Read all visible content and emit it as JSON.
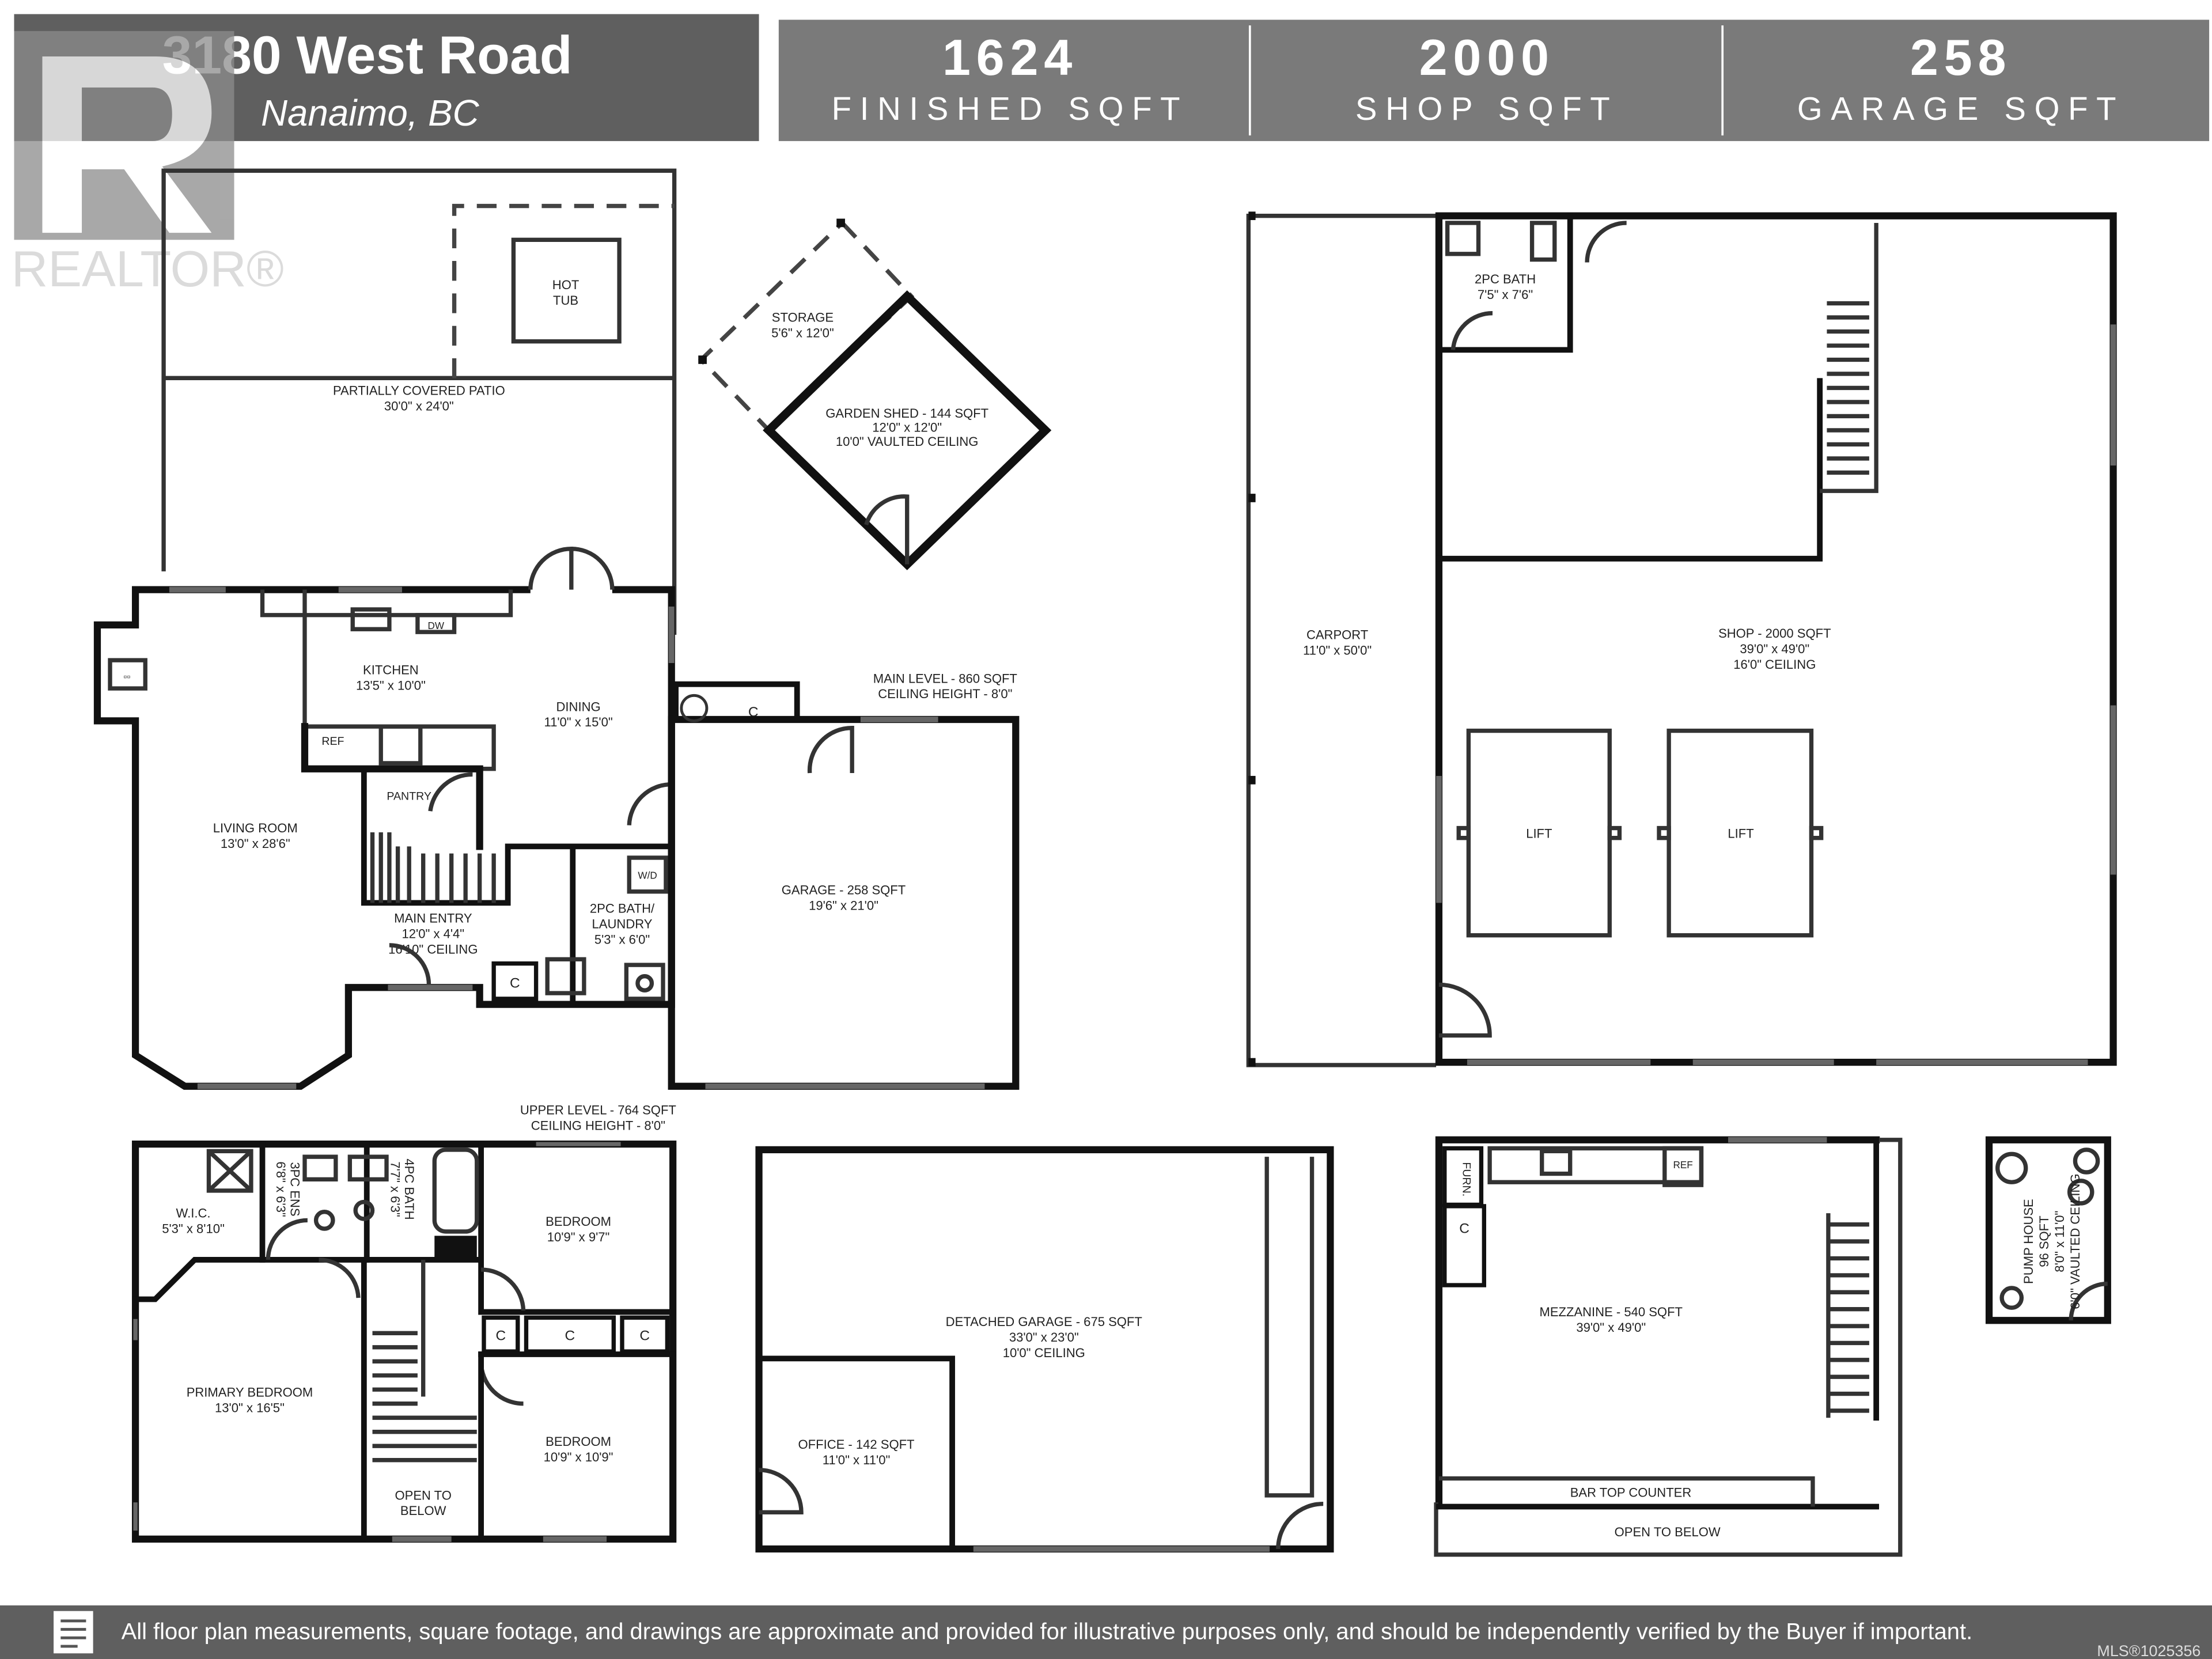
{
  "header": {
    "address": "3180 West Road",
    "city": "Nanaimo, BC",
    "stats": [
      {
        "value": "1624",
        "label": "FINISHED SQFT"
      },
      {
        "value": "2000",
        "label": "SHOP SQFT"
      },
      {
        "value": "258",
        "label": "GARAGE SQFT"
      }
    ]
  },
  "watermark": {
    "text": "REALTOR®"
  },
  "levels": {
    "main": {
      "title": "MAIN LEVEL - 860 SQFT",
      "ceiling": "CEILING HEIGHT - 8'0\""
    },
    "upper": {
      "title": "UPPER LEVEL - 764 SQFT",
      "ceiling": "CEILING HEIGHT - 8'0\""
    }
  },
  "rooms": {
    "hot_tub": {
      "l1": "HOT",
      "l2": "TUB"
    },
    "patio": {
      "name": "PARTIALLY COVERED PATIO",
      "dim": "30'0\" x 24'0\""
    },
    "storage": {
      "name": "STORAGE",
      "dim": "5'6\" x 12'0\""
    },
    "garden_shed": {
      "name": "GARDEN SHED - 144 SQFT",
      "dim": "12'0\" x 12'0\"",
      "ceiling": "10'0\" VAULTED CEILING"
    },
    "kitchen": {
      "name": "KITCHEN",
      "dim": "13'5\" x 10'0\""
    },
    "dining": {
      "name": "DINING",
      "dim": "11'0\" x 15'0\""
    },
    "living": {
      "name": "LIVING ROOM",
      "dim": "13'0\" x 28'6\""
    },
    "pantry": {
      "name": "PANTRY"
    },
    "main_entry": {
      "name": "MAIN ENTRY",
      "dim": "12'0\" x 4'4\"",
      "ceiling": "16'10\" CEILING"
    },
    "bath_laundry": {
      "l1": "2PC BATH/",
      "l2": "LAUNDRY",
      "dim": "5'3\" x 6'0\""
    },
    "garage": {
      "name": "GARAGE - 258 SQFT",
      "dim": "19'6\" x 21'0\""
    },
    "carport": {
      "name": "CARPORT",
      "dim": "11'0\" x 50'0\""
    },
    "shop_bath": {
      "name": "2PC BATH",
      "dim": "7'5\" x 7'6\""
    },
    "shop": {
      "name": "SHOP - 2000 SQFT",
      "dim": "39'0\" x 49'0\"",
      "ceiling": "16'0\" CEILING"
    },
    "wic": {
      "name": "W.I.C.",
      "dim": "5'3\" x 8'10\""
    },
    "ens": {
      "name": "3PC ENS",
      "dim": "6'8\" x 6'3\""
    },
    "bath4": {
      "name": "4PC BATH",
      "dim": "7'7\" x 6'3\""
    },
    "bedroom1": {
      "name": "BEDROOM",
      "dim": "10'9\" x 9'7\""
    },
    "primary": {
      "name": "PRIMARY BEDROOM",
      "dim": "13'0\" x 16'5\""
    },
    "bedroom2": {
      "name": "BEDROOM",
      "dim": "10'9\" x 10'9\""
    },
    "open_below_upper": {
      "l1": "OPEN TO",
      "l2": "BELOW"
    },
    "detached_garage": {
      "name": "DETACHED GARAGE - 675 SQFT",
      "dim": "33'0\" x 23'0\"",
      "ceiling": "10'0\" CEILING"
    },
    "office": {
      "name": "OFFICE - 142 SQFT",
      "dim": "11'0\" x 11'0\""
    },
    "mezzanine": {
      "name": "MEZZANINE - 540 SQFT",
      "dim": "39'0\" x 49'0\""
    },
    "bar_counter": {
      "name": "BAR TOP COUNTER"
    },
    "open_below_mezz": {
      "name": "OPEN TO BELOW"
    },
    "pump_house": {
      "name": "PUMP HOUSE",
      "sqft": "96 SQFT",
      "dim": "8'0\" x 11'0\"",
      "ceiling": "6'0\" VAULTED CEILING"
    }
  },
  "fixtures": {
    "dw": "DW",
    "ref": "REF",
    "wd": "W/D",
    "closet": "C",
    "lift": "LIFT",
    "furn": "FURN."
  },
  "footer": {
    "disclaimer": "All floor plan measurements, square footage, and drawings are approximate and provided for illustrative purposes only, and should be independently verified by the Buyer if important.",
    "mls": "MLS®1025356"
  }
}
